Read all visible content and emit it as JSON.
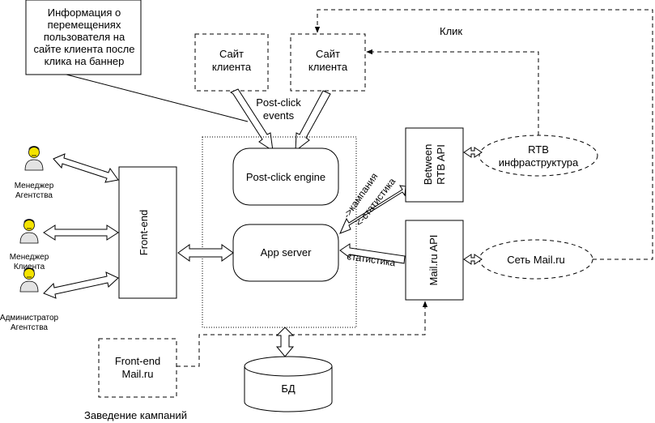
{
  "note": [
    "Информация о",
    "перемещениях",
    "пользователя на",
    "сайте клиента после",
    "клика на баннер"
  ],
  "client_sites": [
    {
      "lines": [
        "Сайт",
        "клиента"
      ]
    },
    {
      "lines": [
        "Сайт",
        "клиента"
      ]
    }
  ],
  "post_click_events": [
    "Post-click",
    "events"
  ],
  "post_click_engine": "Post-click engine",
  "app_server": "App server",
  "front_end": "Front-end",
  "between_rtb_api": [
    "Between",
    "RTB API"
  ],
  "mail_ru_api": "Mail.ru API",
  "rtb_infra": [
    "RTB",
    "инфраструктура"
  ],
  "mail_ru_network": "Сеть Mail.ru",
  "click_label": "Клик",
  "campaign_label": "->кампания",
  "stats_label_rtb": "<-статистика",
  "stats_label_mail": "статистика",
  "users": [
    {
      "lines": [
        "Менеджер",
        "Агентства"
      ]
    },
    {
      "lines": [
        "Менеджер",
        "Клиента"
      ]
    },
    {
      "lines": [
        "Администратор",
        "Агентства"
      ]
    }
  ],
  "front_end_mail": [
    "Front-end",
    "Mail.ru"
  ],
  "db": "БД",
  "caption": "Заведение кампаний",
  "colors": {
    "user_icon_fill": "#f4e300",
    "stroke": "#000000",
    "background": "#ffffff"
  }
}
